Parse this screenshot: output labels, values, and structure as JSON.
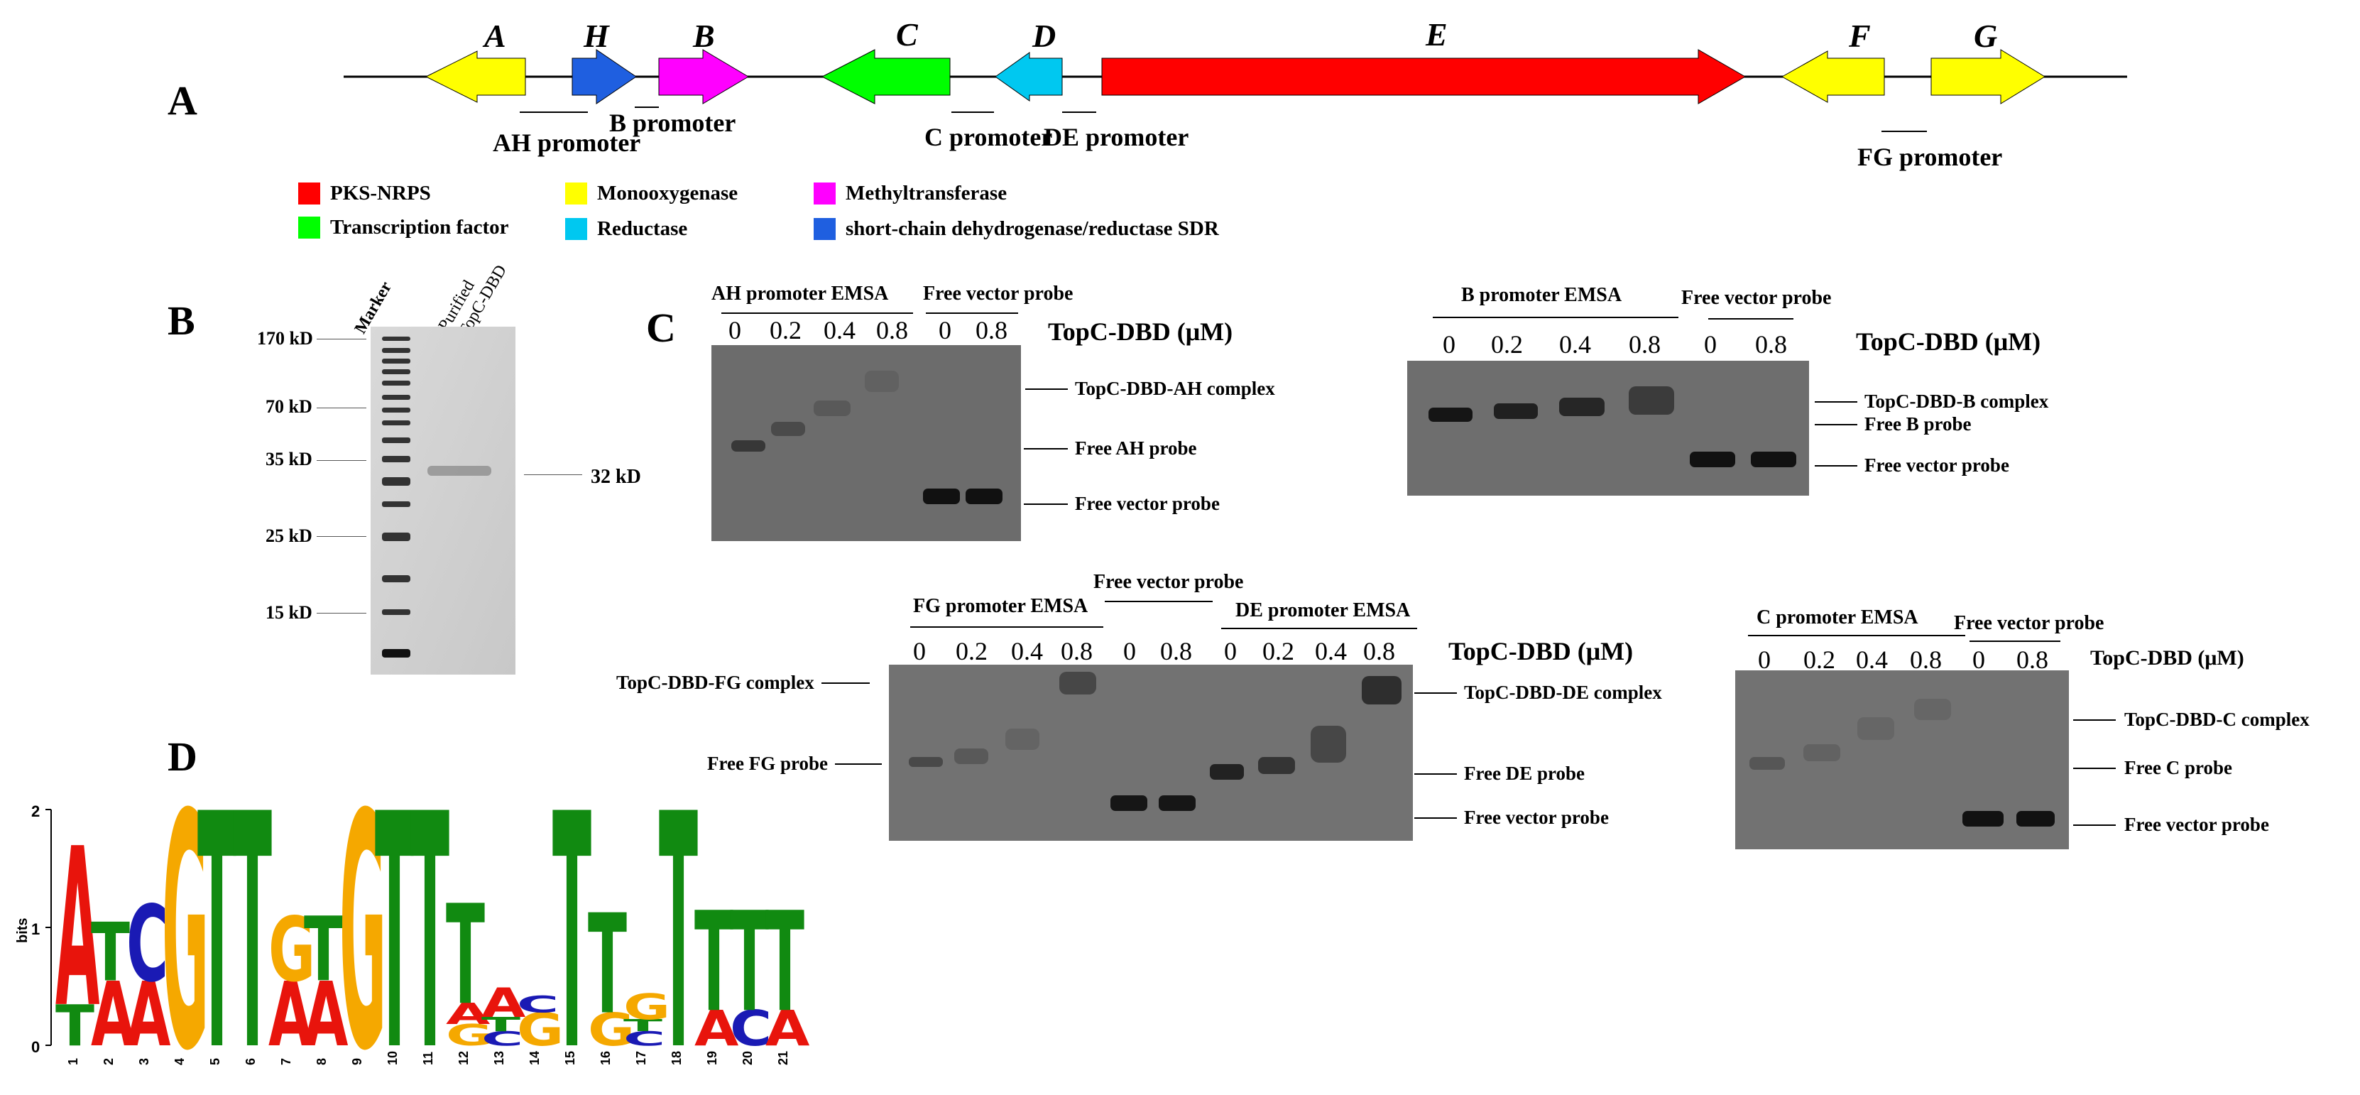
{
  "panels": {
    "A": "A",
    "B": "B",
    "C": "C",
    "D": "D"
  },
  "cluster": {
    "genes": [
      {
        "id": "A",
        "label": "A",
        "color": "#ffff00",
        "dir": "left"
      },
      {
        "id": "H",
        "label": "H",
        "color": "#1f5fe0",
        "dir": "right"
      },
      {
        "id": "B",
        "label": "B",
        "color": "#ff00ff",
        "dir": "right"
      },
      {
        "id": "C",
        "label": "C",
        "color": "#00ff00",
        "dir": "left"
      },
      {
        "id": "D",
        "label": "D",
        "color": "#00c8f0",
        "dir": "left"
      },
      {
        "id": "E",
        "label": "E",
        "color": "#ff0000",
        "dir": "right"
      },
      {
        "id": "F",
        "label": "F",
        "color": "#ffff00",
        "dir": "left"
      },
      {
        "id": "G",
        "label": "G",
        "color": "#ffff00",
        "dir": "right"
      }
    ],
    "promoters": {
      "AH": "AH promoter",
      "B": "B promoter",
      "C": "C promoter",
      "DE": "DE promoter",
      "FG": "FG promoter"
    }
  },
  "legend": [
    {
      "label": "PKS-NRPS",
      "color": "#ff0000"
    },
    {
      "label": "Monooxygenase",
      "color": "#ffff00"
    },
    {
      "label": "Methyltransferase",
      "color": "#ff00ff"
    },
    {
      "label": "Transcription factor",
      "color": "#00ff00"
    },
    {
      "label": "Reductase",
      "color": "#00c8f0"
    },
    {
      "label": "short-chain dehydrogenase/reductase SDR",
      "color": "#1f5fe0"
    }
  ],
  "sds": {
    "lanes": [
      "Marker",
      "Purified TopC-DBD"
    ],
    "lane_marker": "Marker",
    "lane_purified_1": "Purified",
    "lane_purified_2": "TopC-DBD",
    "markers": [
      "170 kD",
      "70 kD",
      "35 kD",
      "25 kD",
      "15 kD"
    ],
    "band": "32 kD"
  },
  "emsa": {
    "unit": "TopC-DBD (μM)",
    "conc": [
      "0",
      "0.2",
      "0.4",
      "0.8"
    ],
    "vec_conc": [
      "0",
      "0.8"
    ],
    "free_vector": "Free vector probe",
    "free_vector_probe": "Free vector probe",
    "AH": {
      "title": "AH promoter EMSA",
      "complex": "TopC-DBD-AH complex",
      "free": "Free AH probe"
    },
    "B": {
      "title": "B promoter EMSA",
      "complex": "TopC-DBD-B complex",
      "free": "Free B probe"
    },
    "FG": {
      "title": "FG promoter EMSA",
      "complex": "TopC-DBD-FG complex",
      "free": "Free FG probe"
    },
    "DE": {
      "title": "DE promoter EMSA",
      "complex": "TopC-DBD-DE complex",
      "free": "Free DE probe"
    },
    "C": {
      "title": "C promoter EMSA",
      "complex": "TopC-DBD-C complex",
      "free": "Free C probe"
    }
  },
  "logo": {
    "ylabel": "bits",
    "yticks": [
      "0",
      "1",
      "2"
    ],
    "positions": [
      "1",
      "2",
      "3",
      "4",
      "5",
      "6",
      "7",
      "8",
      "9",
      "10",
      "11",
      "12",
      "13",
      "14",
      "15",
      "16",
      "17",
      "18",
      "19",
      "20",
      "21"
    ],
    "colors": {
      "A": "#e8140c",
      "C": "#1a1ab4",
      "G": "#f5a800",
      "T": "#118a11"
    }
  }
}
